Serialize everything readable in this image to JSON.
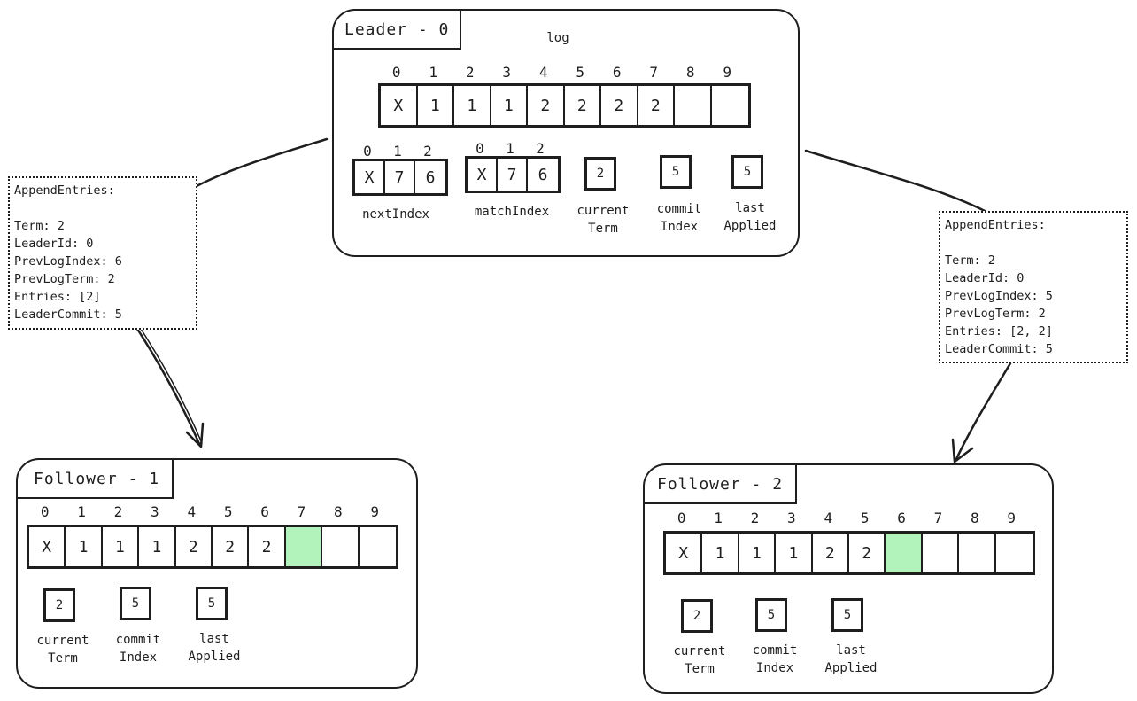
{
  "leader": {
    "title": "Leader - 0",
    "log_label": "log",
    "log_indices": [
      "0",
      "1",
      "2",
      "3",
      "4",
      "5",
      "6",
      "7",
      "8",
      "9"
    ],
    "log": [
      "X",
      "1",
      "1",
      "1",
      "2",
      "2",
      "2",
      "2",
      "",
      ""
    ],
    "nextIndex": {
      "indices": [
        "0",
        "1",
        "2"
      ],
      "values": [
        "X",
        "7",
        "6"
      ],
      "label": "nextIndex"
    },
    "matchIndex": {
      "indices": [
        "0",
        "1",
        "2"
      ],
      "values": [
        "X",
        "7",
        "6"
      ],
      "label": "matchIndex"
    },
    "currentTerm": {
      "value": "2",
      "label_line1": "current",
      "label_line2": "Term"
    },
    "commitIndex": {
      "value": "5",
      "label_line1": "commit",
      "label_line2": "Index"
    },
    "lastApplied": {
      "value": "5",
      "label_line1": "last",
      "label_line2": "Applied"
    }
  },
  "follower1": {
    "title": "Follower - 1",
    "log_indices": [
      "0",
      "1",
      "2",
      "3",
      "4",
      "5",
      "6",
      "7",
      "8",
      "9"
    ],
    "log": [
      "X",
      "1",
      "1",
      "1",
      "2",
      "2",
      "2",
      "",
      "",
      ""
    ],
    "highlight_index": 7,
    "currentTerm": {
      "value": "2",
      "label_line1": "current",
      "label_line2": "Term"
    },
    "commitIndex": {
      "value": "5",
      "label_line1": "commit",
      "label_line2": "Index"
    },
    "lastApplied": {
      "value": "5",
      "label_line1": "last",
      "label_line2": "Applied"
    }
  },
  "follower2": {
    "title": "Follower - 2",
    "log_indices": [
      "0",
      "1",
      "2",
      "3",
      "4",
      "5",
      "6",
      "7",
      "8",
      "9"
    ],
    "log": [
      "X",
      "1",
      "1",
      "1",
      "2",
      "2",
      "",
      "",
      "",
      ""
    ],
    "highlight_index": 6,
    "currentTerm": {
      "value": "2",
      "label_line1": "current",
      "label_line2": "Term"
    },
    "commitIndex": {
      "value": "5",
      "label_line1": "commit",
      "label_line2": "Index"
    },
    "lastApplied": {
      "value": "5",
      "label_line1": "last",
      "label_line2": "Applied"
    }
  },
  "msg_to_f1": {
    "lines": [
      "AppendEntries:",
      "",
      "Term: 2",
      "LeaderId: 0",
      "PrevLogIndex: 6",
      "PrevLogTerm: 2",
      "Entries: [2]",
      "LeaderCommit: 5"
    ]
  },
  "msg_to_f2": {
    "lines": [
      "AppendEntries:",
      "",
      "Term: 2",
      "LeaderId: 0",
      "PrevLogIndex: 5",
      "PrevLogTerm: 2",
      "Entries: [2, 2]",
      "LeaderCommit: 5"
    ]
  },
  "colors": {
    "stroke": "#1e1e1e",
    "highlight": "#b2f2bb",
    "background": "#ffffff"
  }
}
